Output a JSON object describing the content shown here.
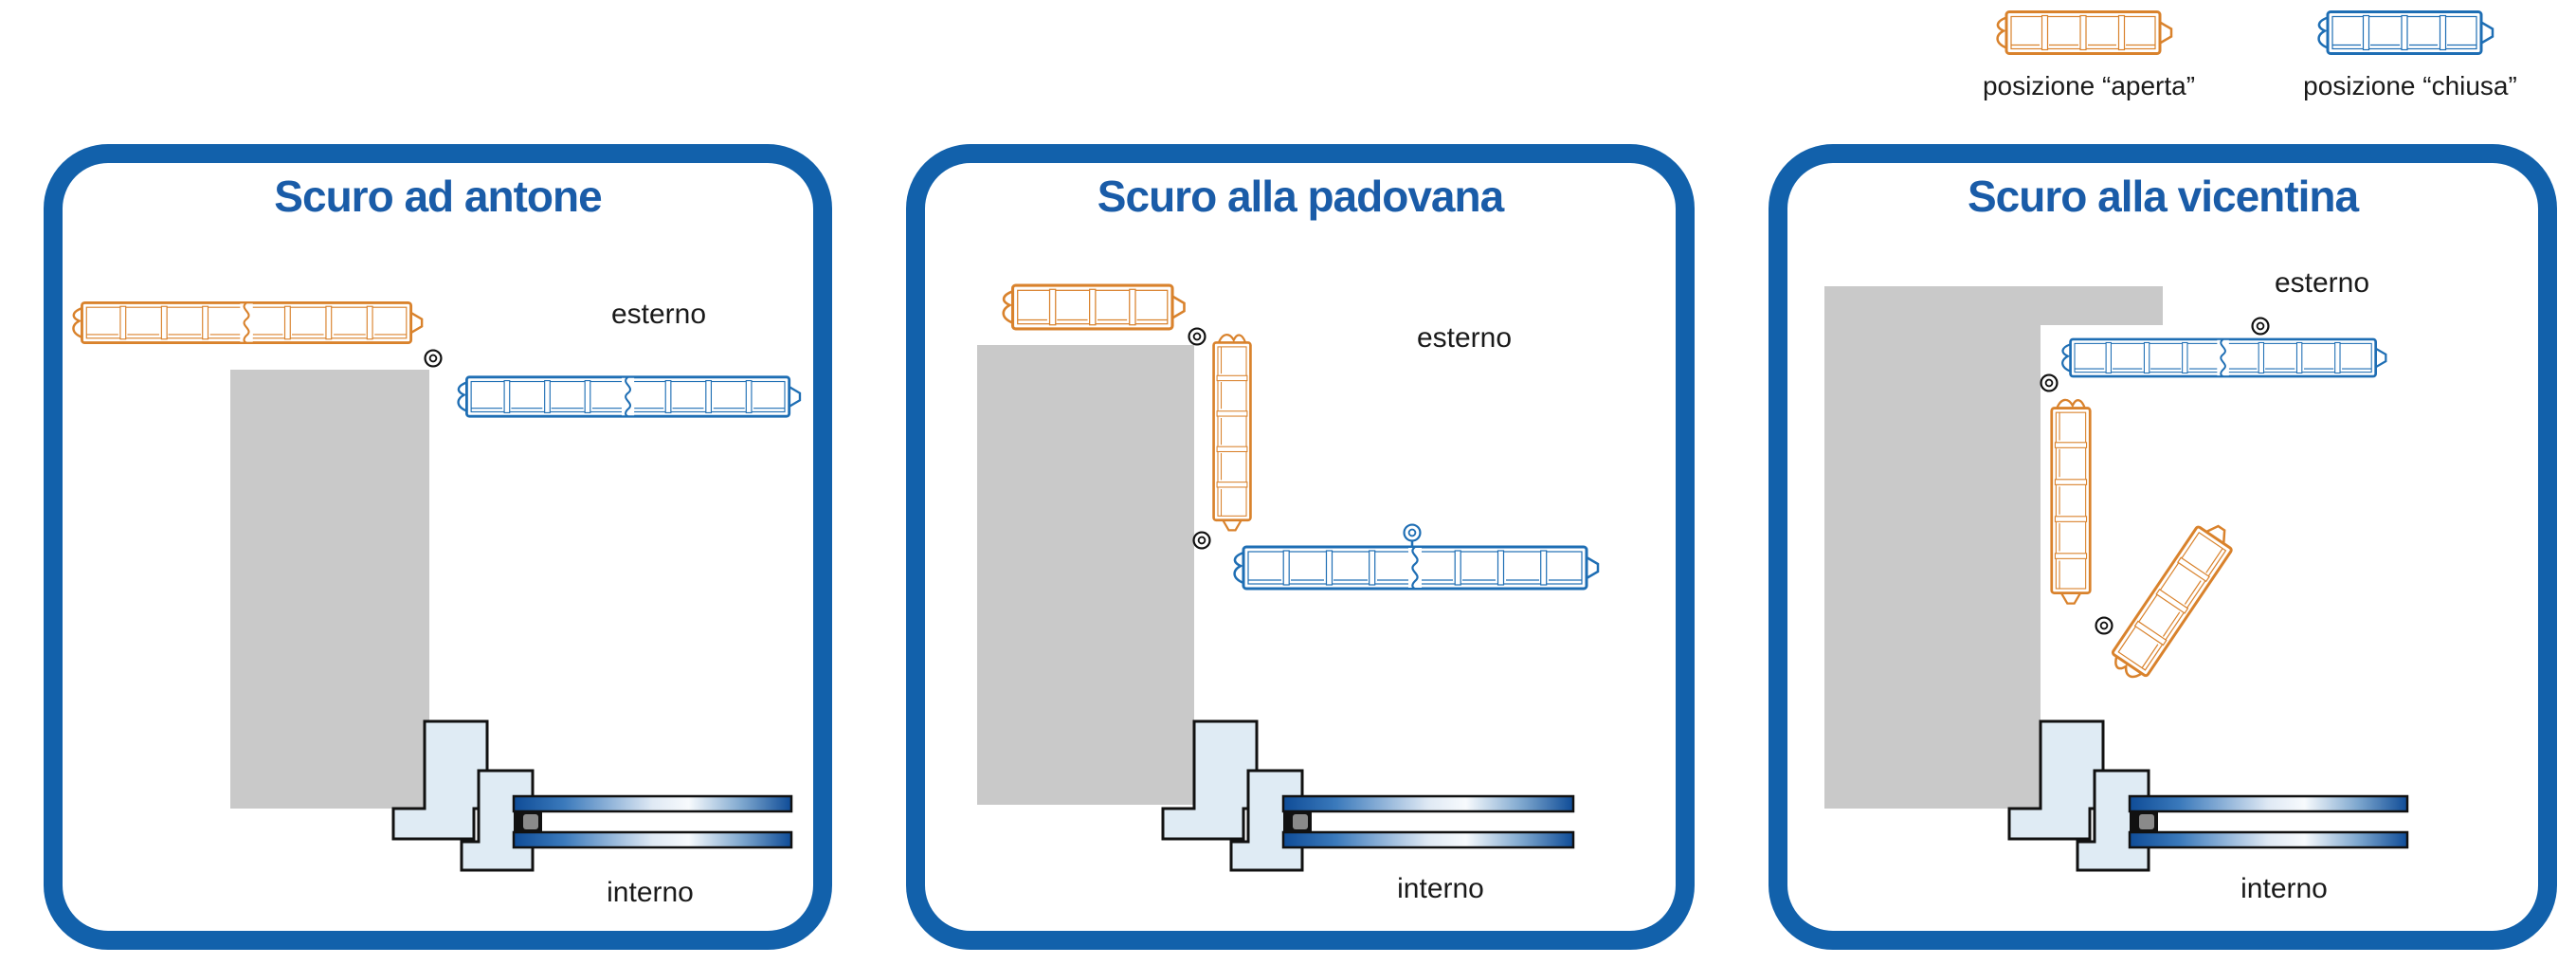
{
  "legend": {
    "items": [
      {
        "id": "open",
        "label": "posizione “aperta”",
        "color": "#d9822c",
        "icon": "shutter-profile-open-icon"
      },
      {
        "id": "closed",
        "label": "posizione “chiusa”",
        "color": "#1e6eb4",
        "icon": "shutter-profile-closed-icon"
      }
    ]
  },
  "panels": [
    {
      "title": "Scuro ad antone",
      "outside_label": "esterno",
      "inside_label": "interno"
    },
    {
      "title": "Scuro alla padovana",
      "outside_label": "esterno",
      "inside_label": "interno"
    },
    {
      "title": "Scuro alla vicentina",
      "outside_label": "esterno",
      "inside_label": "interno"
    }
  ],
  "icons": {
    "hinge": "pivot-hinge double-circle symbol",
    "open_profile": "orange hollow-chamber shutter slat cross-section",
    "closed_profile": "blue hollow-chamber shutter slat cross-section"
  },
  "colors": {
    "panel_border": "#1261ab",
    "title_blue": "#1a5ca8",
    "open_orange": "#d9822c",
    "closed_blue": "#1e6eb4",
    "wall_gray": "#c9c9c9",
    "frame_fill": "#dfebf4",
    "glass_blue": "#0f4c97",
    "label_black": "#1a1a1a"
  }
}
